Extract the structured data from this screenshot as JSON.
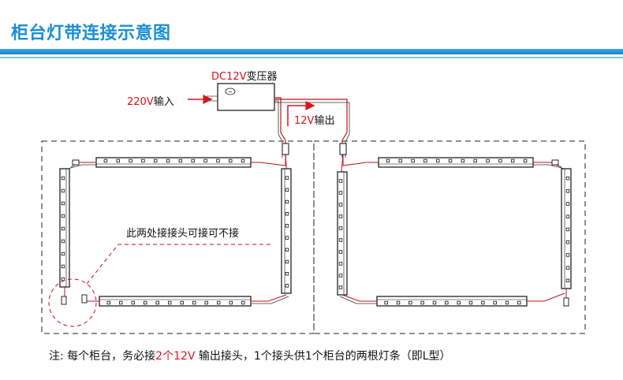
{
  "title": "柜台灯带连接示意图",
  "transformer": {
    "model_red": "DC12V",
    "name": "变压器",
    "symbol": "~"
  },
  "input": {
    "voltage": "220V",
    "label": "输入"
  },
  "output": {
    "voltage": "12V",
    "label": "输出"
  },
  "annotation": "此两处接接头可接可不接",
  "note": {
    "prefix": "注: 每个柜台，务必接",
    "highlight": "2个12V",
    "suffix": " 输出接头，1个接头供1个柜台的两根灯条（即L型）"
  },
  "colors": {
    "title": "#1a8fd6",
    "highlight": "#e0121b",
    "wire": "#c0121b"
  }
}
